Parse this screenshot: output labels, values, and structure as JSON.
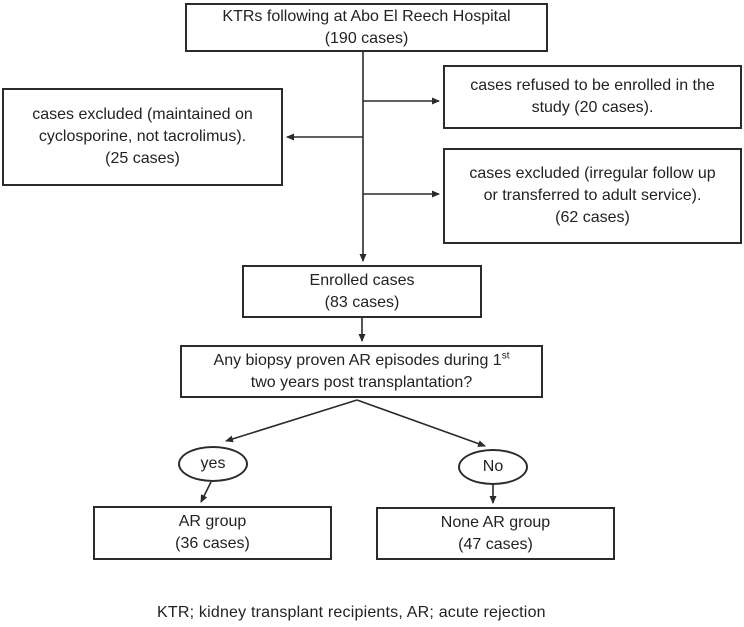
{
  "figure": {
    "type": "study-flowchart",
    "footnote": "KTR; kidney transplant recipients, AR; acute rejection",
    "line_color": "#2b2b2b"
  },
  "nodes": {
    "source": {
      "lines": [
        "KTRs following at Abo El Reech Hospital",
        "(190 cases)"
      ]
    },
    "refused": {
      "lines": [
        "cases refused to be enrolled in the",
        "study (20 cases)."
      ]
    },
    "excluded_cyclosporine": {
      "lines": [
        "cases excluded (maintained on",
        "cyclosporine, not tacrolimus).",
        "(25 cases)"
      ]
    },
    "excluded_followup": {
      "lines": [
        "cases excluded (irregular follow up",
        "or transferred to adult service).",
        "(62 cases)"
      ]
    },
    "enrolled": {
      "lines": [
        "Enrolled cases",
        "(83 cases)"
      ]
    },
    "question": {
      "line1_prefix": "Any biopsy proven AR episodes during 1",
      "superscript": "st",
      "line2": "two years post transplantation?"
    },
    "decision_yes": {
      "label": "yes"
    },
    "decision_no": {
      "label": "No"
    },
    "ar_group": {
      "lines": [
        "AR group",
        "(36 cases)"
      ]
    },
    "none_ar_group": {
      "lines": [
        "None AR group",
        "(47 cases)"
      ]
    }
  }
}
